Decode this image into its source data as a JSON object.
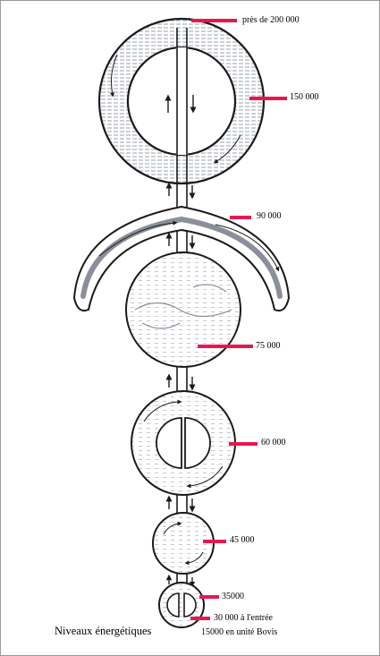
{
  "title": "Niveaux énergétiques",
  "unit_note": "15000 en unité Bovis",
  "colors": {
    "marker": "#e8174f",
    "stroke": "#1a1a1a",
    "shade": "#8a8f9a"
  },
  "levels": [
    {
      "label": "près de 200 000"
    },
    {
      "label": "150 000"
    },
    {
      "label": "90 000"
    },
    {
      "label": "75 000"
    },
    {
      "label": "60 000"
    },
    {
      "label": "45 000"
    },
    {
      "label": "35000"
    },
    {
      "label": "30 000 à l'entrée"
    }
  ]
}
